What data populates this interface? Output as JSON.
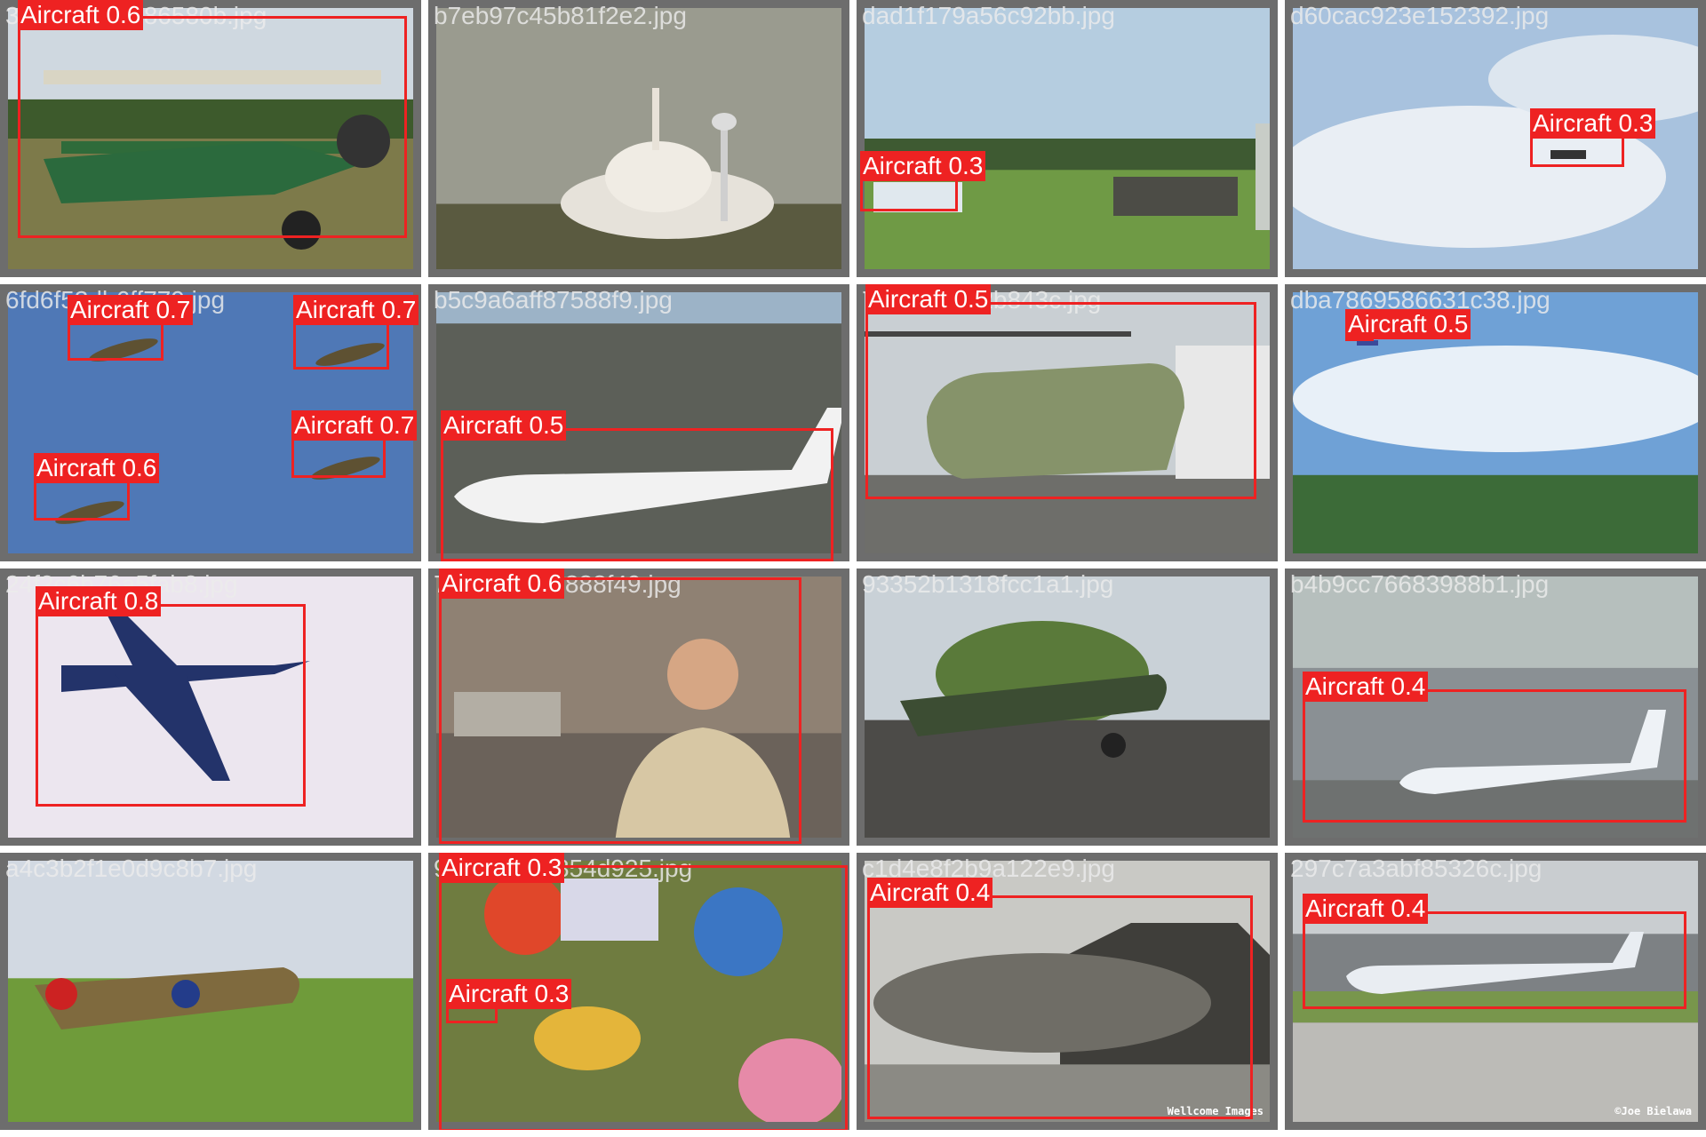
{
  "detection_class": "Aircraft",
  "colors": {
    "box": "#ee2222",
    "label_text": "#ffffff",
    "frame": "#6d6d6d"
  },
  "tiles": [
    {
      "filename": "38d34e8b7486580b.jpg",
      "scene": "biplane",
      "detections": [
        {
          "label": "Aircraft 0.6"
        }
      ]
    },
    {
      "filename": "b7eb97c45b81f2e2.jpg",
      "scene": "rocket",
      "detections": []
    },
    {
      "filename": "dad1f179a56c92bb.jpg",
      "scene": "airfield",
      "detections": [
        {
          "label": "Aircraft 0.3"
        }
      ]
    },
    {
      "filename": "d60cac923e152392.jpg",
      "scene": "sky-drone",
      "detections": [
        {
          "label": "Aircraft 0.3"
        }
      ]
    },
    {
      "filename": "6fd6f53db6ff779.jpg",
      "scene": "spitfires",
      "detections": [
        {
          "label": "Aircraft 0.7"
        },
        {
          "label": "Aircraft 0.7"
        },
        {
          "label": "Aircraft 0.7"
        },
        {
          "label": "Aircraft 0.6"
        }
      ]
    },
    {
      "filename": "b5c9a6aff87588f9.jpg",
      "scene": "bizjet",
      "detections": [
        {
          "label": "Aircraft 0.5"
        }
      ]
    },
    {
      "filename": "7f9aa05f1f2b843c.jpg",
      "scene": "chinook",
      "detections": [
        {
          "label": "Aircraft 0.5"
        }
      ]
    },
    {
      "filename": "dba7869586631c38.jpg",
      "scene": "clouds-plane",
      "detections": [
        {
          "label": "Aircraft 0.5"
        }
      ]
    },
    {
      "filename": "24f2c6b76a5fab8.jpg",
      "scene": "hornet",
      "detections": [
        {
          "label": "Aircraft 0.8"
        }
      ]
    },
    {
      "filename": "76f084ab36888f49.jpg",
      "scene": "hangar-man",
      "detections": [
        {
          "label": "Aircraft 0.6"
        }
      ]
    },
    {
      "filename": "93352b1318fcc1a1.jpg",
      "scene": "warhawk",
      "detections": []
    },
    {
      "filename": "b4b9cc76683988b1.jpg",
      "scene": "ana-jet",
      "detections": [
        {
          "label": "Aircraft 0.4"
        }
      ]
    },
    {
      "filename": "a4c3b2f1e0d9c8b7.jpg",
      "scene": "hurricane",
      "detections": []
    },
    {
      "filename": "9c6308c18854d925.jpg",
      "scene": "balloons",
      "detections": [
        {
          "label": "Aircraft 0.3"
        },
        {
          "label": "Aircraft 0.3"
        }
      ]
    },
    {
      "filename": "c1d4e8f2b9a122e9.jpg",
      "scene": "zeppelin",
      "detections": [
        {
          "label": "Aircraft 0.4"
        }
      ],
      "watermark": "Wellcome Images"
    },
    {
      "filename": "297c7a3abf85326c.jpg",
      "scene": "af1",
      "detections": [
        {
          "label": "Aircraft 0.4"
        }
      ],
      "watermark": "©Joe Bielawa"
    }
  ]
}
